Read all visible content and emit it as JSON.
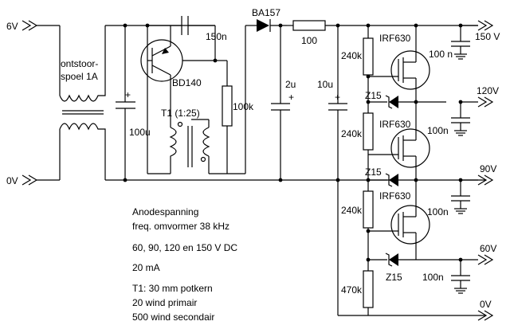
{
  "rails": {
    "in_pos": "6V",
    "in_neg": "0V",
    "out_150": "150 V",
    "out_120": "120V",
    "out_90": "90V",
    "out_60": "60V",
    "out_0": "0V"
  },
  "components": {
    "choke_line1": "ontstoor-",
    "choke_line2": "spoel 1A",
    "cap_100u": "100u",
    "cap_150n": "150n",
    "transistor": "BD140",
    "transformer": "T1 (1:25)",
    "res_100k": "100k",
    "diode": "BA157",
    "res_100": "100",
    "cap_2u": "2u",
    "cap_10u": "10u",
    "res_240k_1": "240k",
    "res_240k_2": "240k",
    "res_240k_3": "240k",
    "res_470k": "470k",
    "mosfet_1": "IRF630",
    "mosfet_2": "IRF630",
    "mosfet_3": "IRF630",
    "zener_1": "Z15",
    "zener_2": "Z15",
    "zener_3": "Z15",
    "cap_100n_1": "100 n",
    "cap_100n_2": "100n",
    "cap_100n_3": "100n",
    "cap_100n_4": "100n"
  },
  "notes": {
    "line1": "Anodespanning",
    "line2": "freq. omvormer 38 kHz",
    "line3": "60, 90, 120 en 150 V DC",
    "line4": "20 mA",
    "line5": "T1: 30 mm potkern",
    "line6": "20 wind primair",
    "line7": "500 wind secondair"
  }
}
